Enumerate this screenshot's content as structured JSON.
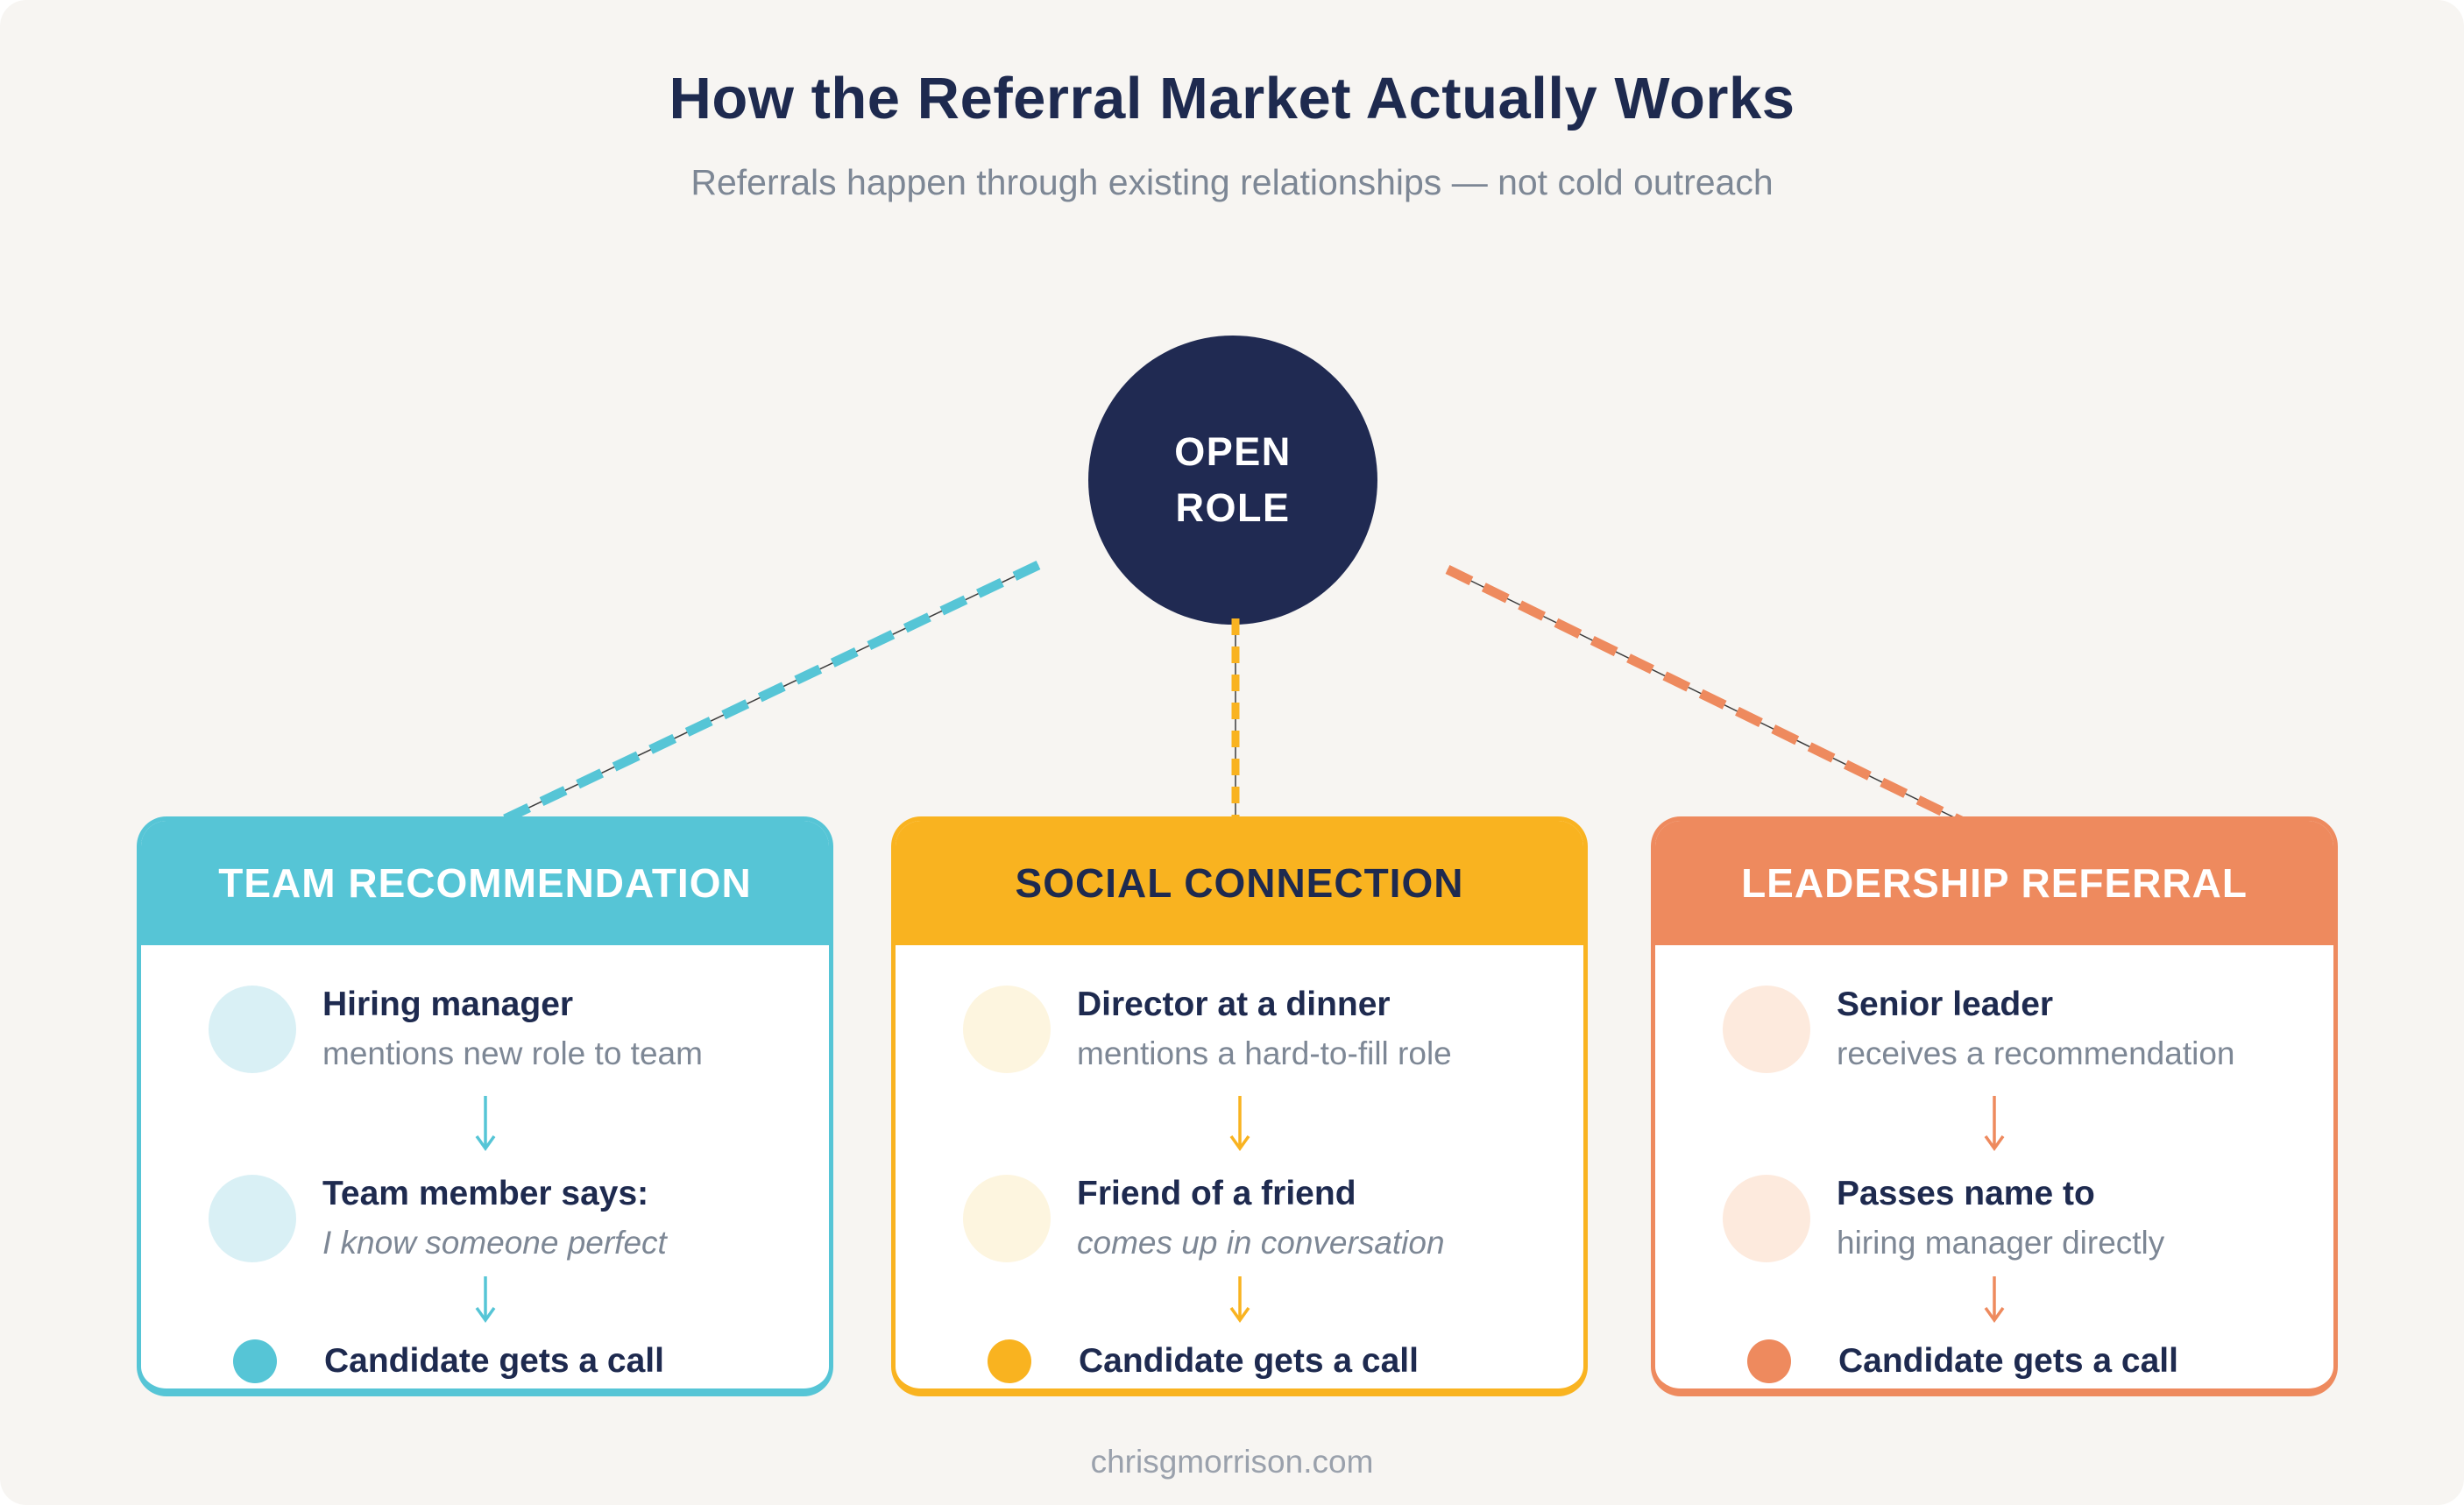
{
  "page": {
    "title": "How the Referral Market Actually Works",
    "subtitle": "Referrals happen through existing relationships — not cold outreach",
    "footer": "chrisgmorrison.com"
  },
  "center_node": {
    "line1": "OPEN",
    "line2": "ROLE"
  },
  "colors": {
    "canvas_background": "#f7f5f2",
    "navy": "#1e2a4f",
    "node_navy": "#202a52",
    "teal": "#56c5d6",
    "teal_light": "#d9f0f5",
    "amber": "#f9b320",
    "amber_light": "#fdf5df",
    "orange": "#ee8a5e",
    "orange_light": "#fdeadd",
    "gray_text": "#7d8795",
    "footer_gray": "#9aa1ac"
  },
  "cards": [
    {
      "header": "TEAM RECOMMENDATION",
      "steps": [
        {
          "title": "Hiring manager",
          "subtitle": "mentions new role to team"
        },
        {
          "title": "Team member says:",
          "subtitle": "I know someone perfect"
        }
      ],
      "outcome": "Candidate gets a call"
    },
    {
      "header": "SOCIAL CONNECTION",
      "steps": [
        {
          "title": "Director at a dinner",
          "subtitle": "mentions a hard-to-fill role"
        },
        {
          "title": "Friend of a friend",
          "subtitle": "comes up in conversation"
        }
      ],
      "outcome": "Candidate gets a call"
    },
    {
      "header": "LEADERSHIP REFERRAL",
      "steps": [
        {
          "title": "Senior leader",
          "subtitle": "receives a recommendation"
        },
        {
          "title": "Passes name to",
          "subtitle": "hiring manager directly"
        }
      ],
      "outcome": "Candidate gets a call"
    }
  ]
}
